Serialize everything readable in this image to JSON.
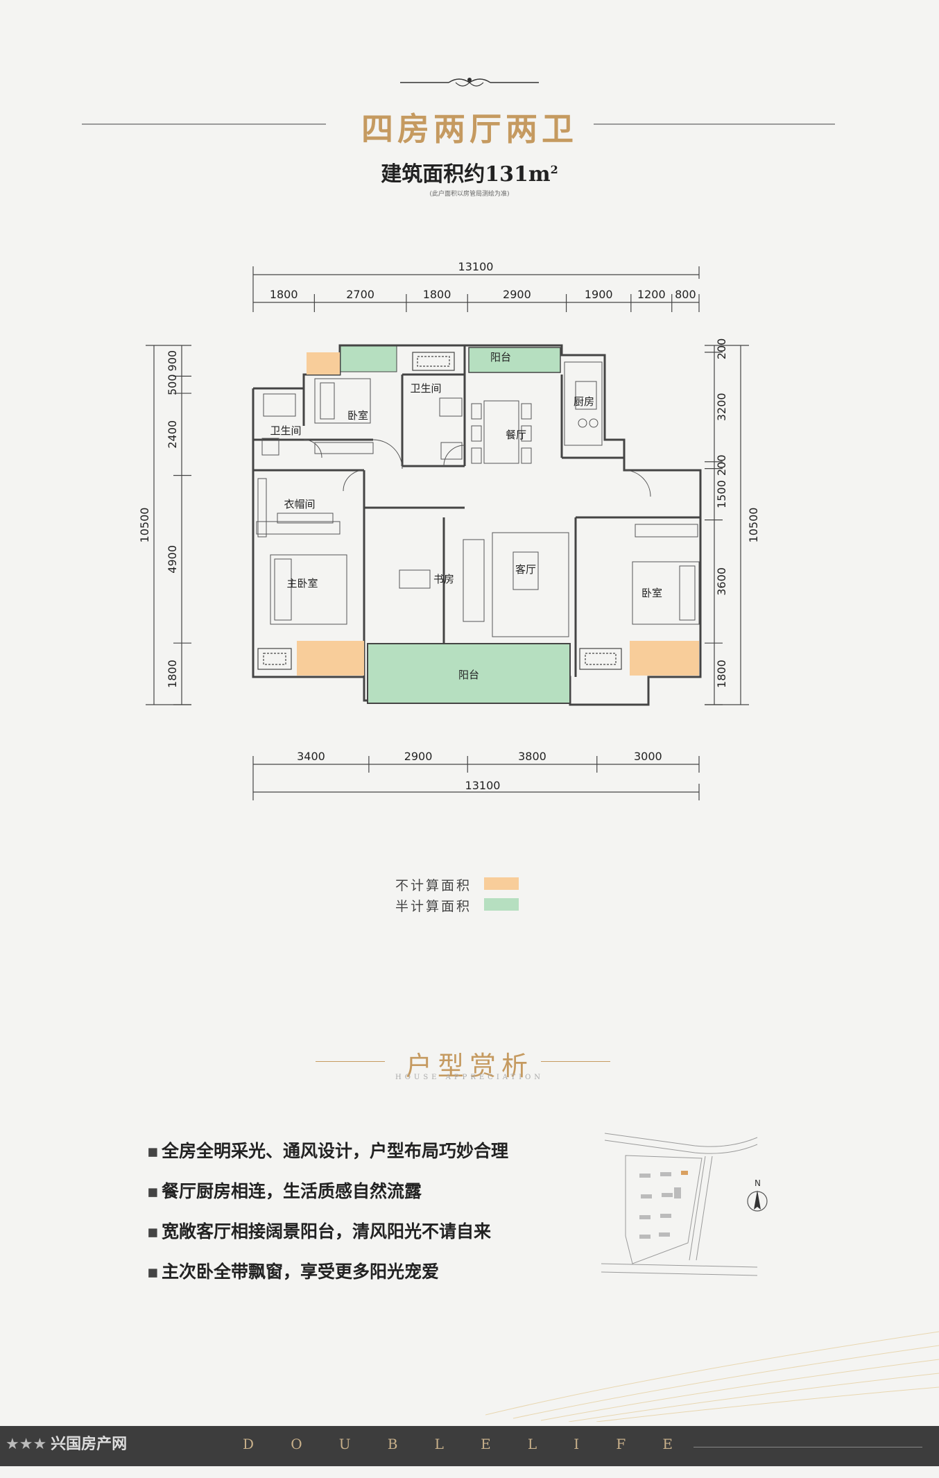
{
  "header": {
    "title": "四房两厅两卫",
    "area_label": "建筑面积约131m",
    "area_sup": "2",
    "area_note": "(此户面积以房管局测绘为准)"
  },
  "plan": {
    "dims_top_total": "13100",
    "dims_top": [
      "1800",
      "2700",
      "1800",
      "2900",
      "1900",
      "1200",
      "800"
    ],
    "dims_bottom": [
      "3400",
      "2900",
      "3800",
      "3000"
    ],
    "dims_bottom_total": "13100",
    "dims_left_total": "10500",
    "dims_left": [
      "900",
      "500",
      "2400",
      "4900",
      "1800"
    ],
    "dims_right_total": "10500",
    "dims_right": [
      "200",
      "3200",
      "200",
      "1500",
      "3600",
      "1800"
    ],
    "rooms": {
      "balcony_top": "阳台",
      "bedroom_top": "卧室",
      "bathroom_mid": "卫生间",
      "bathroom_left": "卫生间",
      "dining": "餐厅",
      "kitchen": "厨房",
      "cloakroom": "衣帽间",
      "master_bedroom": "主卧室",
      "study": "书房",
      "living": "客厅",
      "bedroom_right": "卧室",
      "balcony_bottom": "阳台"
    },
    "colors": {
      "not_counted": "#f8cd9a",
      "half_counted": "#b6dfc0",
      "wall": "#444444"
    }
  },
  "legend": [
    {
      "label": "不计算面积",
      "color": "#f8cd9a"
    },
    {
      "label": "半计算面积",
      "color": "#b6dfc0"
    }
  ],
  "analysis": {
    "title": "户型赏析",
    "subtitle": "HOUSE APPRECIATION",
    "features": [
      "全房全明采光、通风设计，户型布局巧妙合理",
      "餐厅厨房相连，生活质感自然流露",
      "宽敞客厅相接阔景阳台，清风阳光不请自来",
      "主次卧全带飘窗，享受更多阳光宠爱"
    ],
    "north": "N"
  },
  "footer": {
    "letters": [
      "D",
      "O",
      "U",
      "B",
      "L",
      "E",
      "L",
      "I",
      "F",
      "E"
    ],
    "logo": "兴国房产网"
  }
}
